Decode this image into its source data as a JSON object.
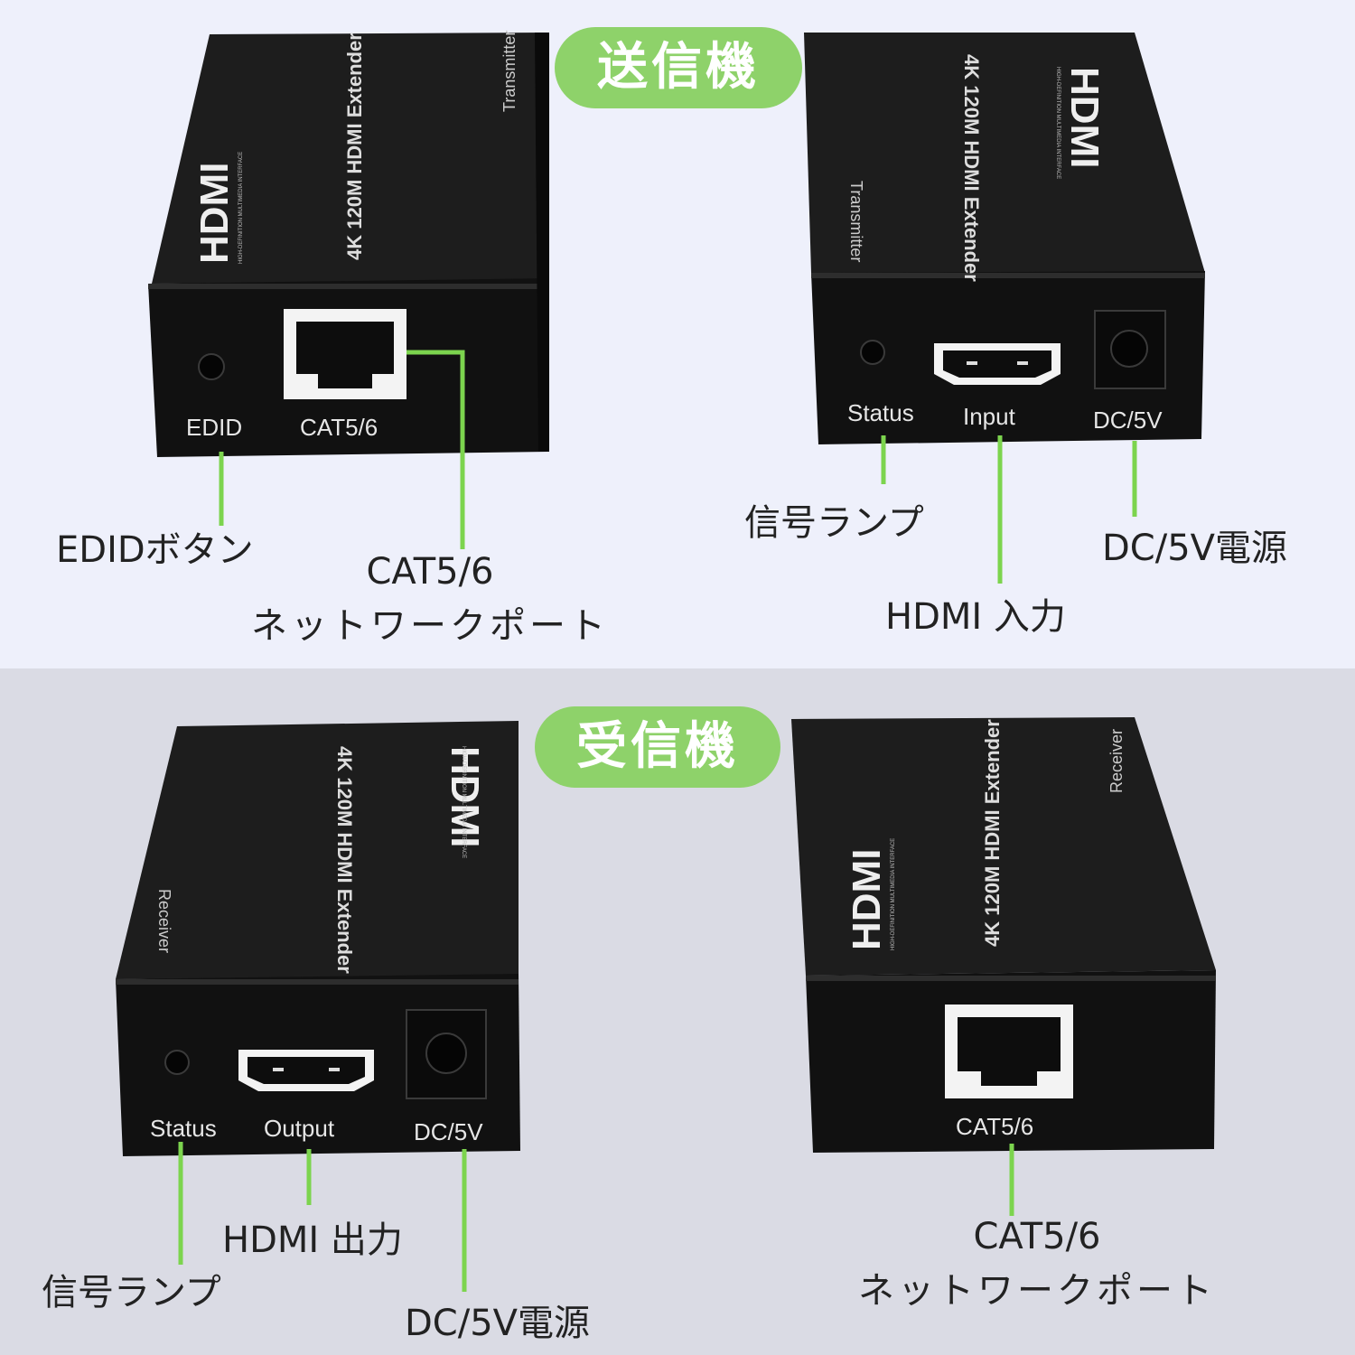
{
  "sections": {
    "transmitter": {
      "badge": "送信機"
    },
    "receiver": {
      "badge": "受信機"
    }
  },
  "device": {
    "model": "4K 120M HDMI Extender",
    "hdmi_logo": "HDMI",
    "hdmi_sub": "HIGH-DEFINITION MULTIMEDIA INTERFACE",
    "transmitter_word": "Transmitter",
    "receiver_word": "Receiver"
  },
  "ports": {
    "edid": "EDID",
    "cat": "CAT5/6",
    "status": "Status",
    "input": "Input",
    "output": "Output",
    "dc": "DC/5V"
  },
  "callouts": {
    "tx_left": {
      "edid": "EDIDボタン",
      "cat_line1": "CAT5/6",
      "cat_line2": "ネットワークポート"
    },
    "tx_right": {
      "status": "信号ランプ",
      "dc": "DC/5V電源",
      "hdmi": "HDMI 入力"
    },
    "rx_left": {
      "hdmi": "HDMI 出力",
      "status": "信号ランプ",
      "dc": "DC/5V電源"
    },
    "rx_right": {
      "cat_line1": "CAT5/6",
      "cat_line2": "ネットワークポート"
    }
  },
  "colors": {
    "accent_green": "#8ed26a",
    "line_green": "#7cd44e",
    "device_black": "#141414"
  }
}
